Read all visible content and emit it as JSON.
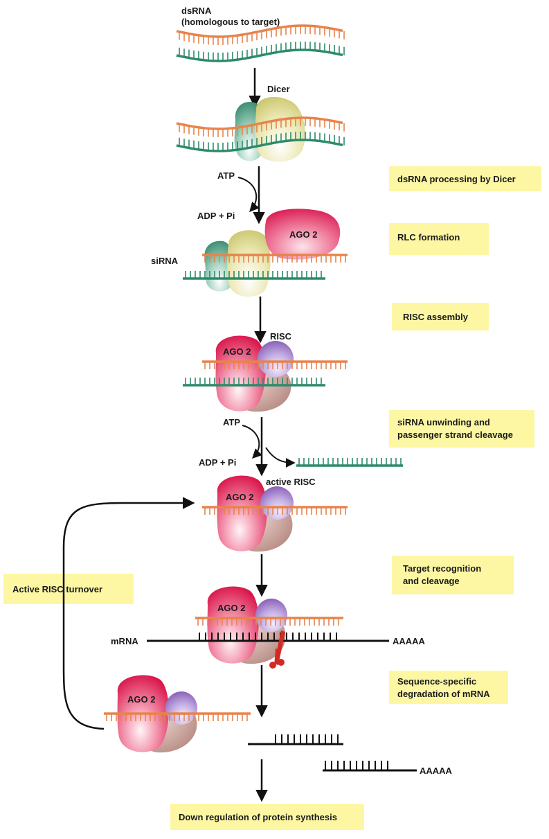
{
  "colors": {
    "sense_strand": "#e8834b",
    "antisense_strand": "#2d8a6a",
    "mrna": "#111111",
    "arrow": "#111111",
    "label_box": "#fdf7a3",
    "ago2": "#e4517a",
    "risc_partner": "#9b79c4",
    "dicer_green": "#4f9e82",
    "dicer_yellow": "#dcd87a",
    "cleaver": "#d42a26"
  },
  "labels": {
    "dsrna": "dsRNA",
    "dsrna_sub": "(homologous to target)",
    "dicer": "Dicer",
    "atp_1": "ATP",
    "adp_1": "ADP + Pi",
    "sirna": "siRNA",
    "ago2_rlc": "AGO 2",
    "risc": "RISC",
    "ago2_risc": "AGO 2",
    "atp_2": "ATP",
    "adp_2": "ADP + Pi",
    "active_risc": "active RISC",
    "ago2_active": "AGO 2",
    "ago2_target": "AGO 2",
    "mrna": "mRNA",
    "polya_1": "AAAAA",
    "ago2_turnover": "AGO 2",
    "polya_2": "AAAAA"
  },
  "steps": {
    "dicer_processing": "dsRNA processing by Dicer",
    "rlc_formation": "RLC formation",
    "risc_assembly": "RISC assembly",
    "unwinding_1": "siRNA unwinding and",
    "unwinding_2": "passenger strand cleavage",
    "target_1": "Target recognition",
    "target_2": "and cleavage",
    "degradation_1": "Sequence-specific",
    "degradation_2": "degradation of mRNA",
    "turnover": "Active RISC turnover",
    "down_regulation": "Down regulation of protein synthesis"
  }
}
